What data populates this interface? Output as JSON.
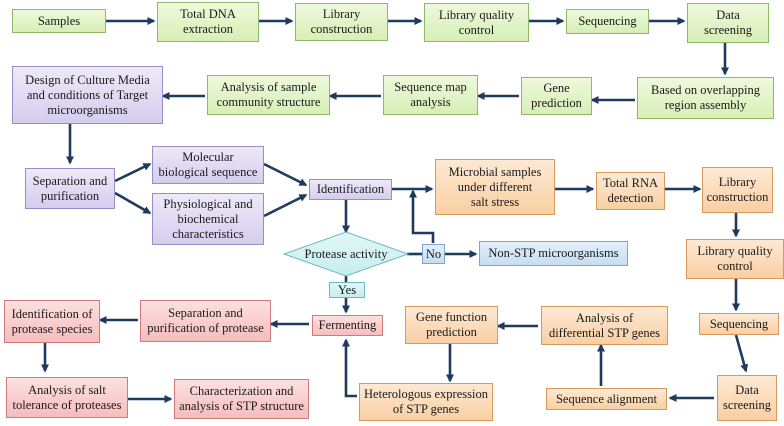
{
  "nodes": {
    "samples": "Samples",
    "total_dna": "Total DNA\nextraction",
    "library_construction_top": "Library\nconstruction",
    "library_qc_top": "Library quality\ncontrol",
    "sequencing_top": "Sequencing",
    "data_screening_top": "Data\nscreening",
    "design_media": "Design of Culture Media\nand conditions of Target\nmicroorganisms",
    "analysis_community": "Analysis of sample\ncommunity structure",
    "sequence_map": "Sequence map\nanalysis",
    "gene_prediction": "Gene\nprediction",
    "overlapping_assembly": "Based on overlapping\nregion assembly",
    "separation_purification": "Separation and\npurification",
    "molecular_sequence": "Molecular\nbiological sequence",
    "physiological": "Physiological and\nbiochemical\ncharacteristics",
    "identification": "Identification",
    "microbial_samples": "Microbial samples\nunder different\nsalt stress",
    "total_rna": "Total RNA\ndetection",
    "library_construction_right": "Library\nconstruction",
    "protease_activity": "Protease activity",
    "no": "No",
    "non_stp": "Non-STP microorganisms",
    "library_qc_right": "Library quality\ncontrol",
    "yes": "Yes",
    "identification_protease": "Identification of\nprotease species",
    "separation_protease": "Separation and\npurification of protease",
    "fermenting": "Fermenting",
    "gene_function": "Gene function\nprediction",
    "analysis_differential": "Analysis of\ndifferential STP genes",
    "sequencing_right": "Sequencing",
    "analysis_salt": "Analysis of salt\ntolerance of proteases",
    "characterization": "Characterization and\nanalysis of STP structure",
    "heterologous": "Heterologous expression\nof STP genes",
    "sequence_alignment": "Sequence alignment",
    "data_screening_bottom": "Data\nscreening"
  },
  "colors": {
    "arrow": "#1f3a5f",
    "green": "#d7efb6",
    "purple": "#d5cdee",
    "orange": "#f9cfa3",
    "red": "#f6bdbd",
    "blue": "#c5ddf3",
    "aqua": "#c6eded"
  }
}
